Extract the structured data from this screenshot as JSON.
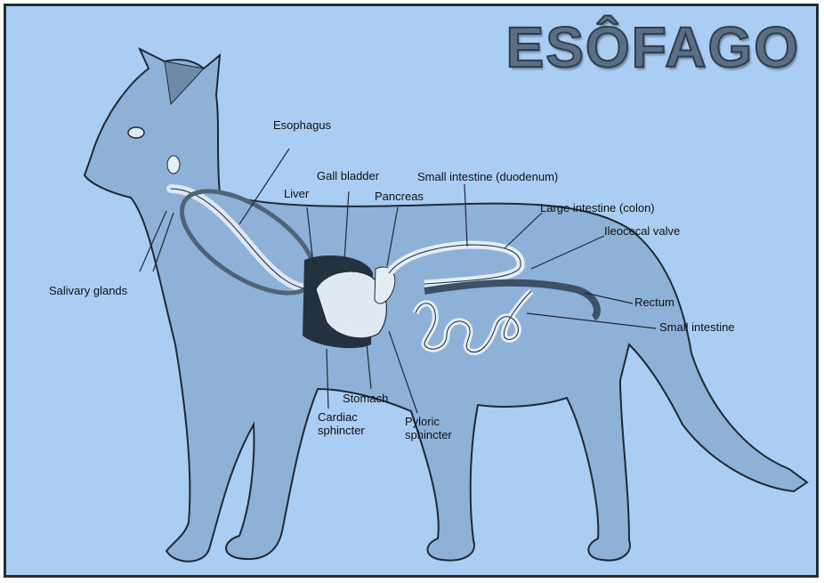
{
  "title": "ESÔFAGO",
  "colors": {
    "background": "#a9cdf3",
    "cat_body": "#8eb1d8",
    "outline": "#1d2a36",
    "highlight_ring": "#4f6479",
    "title_fill": "#5a6f86"
  },
  "labels": {
    "esophagus": "Esophagus",
    "gall_bladder": "Gall bladder",
    "liver": "Liver",
    "pancreas": "Pancreas",
    "small_intestine_duodenum": "Small intestine (duodenum)",
    "large_intestine_colon": "Large intestine (colon)",
    "ileocecal_valve": "Ileocecal valve",
    "salivary_glands": "Salivary glands",
    "rectum": "Rectum",
    "small_intestine": "Small intestine",
    "stomach": "Stomach",
    "cardiac_sphincter": "Cardiac sphincter",
    "pyloric_sphincter": "Pyloric sphincter"
  }
}
